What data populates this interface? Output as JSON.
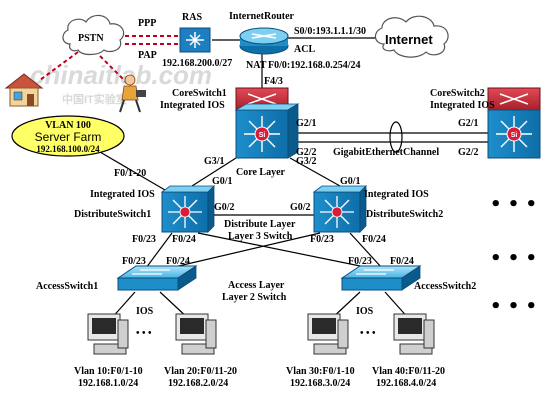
{
  "watermark": {
    "logo_text": "chinaitlab.com",
    "logo_subtext": "中国IT实验室"
  },
  "wan": {
    "pstn": "PSTN",
    "ppp": "PPP",
    "pap": "PAP",
    "ras": "RAS",
    "ras_subnet": "192.168.200.0/27",
    "router_name": "InternetRouter",
    "s0": "S0/0:193.1.1.1/30",
    "acl": "ACL",
    "nat": "NAT",
    "f00": "F0/0:192.168.0.254/24",
    "internet": "Internet",
    "f43": "F4/3"
  },
  "core": {
    "cs1_name": "CoreSwitch1",
    "cs1_os": "Integrated IOS",
    "cs2_name": "CoreSwitch2",
    "cs2_os": "Integrated IOS",
    "g21_left": "G2/1",
    "g22_left": "G2/2",
    "g21_right": "G2/1",
    "g22_right": "G2/2",
    "etherchannel": "GigabitEthernetChannel",
    "g31": "G3/1",
    "g32": "G3/2",
    "core_layer": "Core Layer",
    "switch_badge": "Si"
  },
  "server_farm": {
    "vlan": "VLAN 100",
    "name": "Server Farm",
    "subnet": "192.168.100.0/24",
    "ports": "F0/1-20"
  },
  "distribution": {
    "ds1_os": "Integrated IOS",
    "ds1_name": "DistributeSwitch1",
    "ds2_os": "Integrated IOS",
    "ds2_name": "DistributeSwitch2",
    "g01_left": "G0/1",
    "g01_right": "G0/1",
    "g02_left": "G0/2",
    "g02_right": "G0/2",
    "layer_name": "Distribute Layer",
    "layer_type": "Layer 3 Switch",
    "ds1_f023": "F0/23",
    "ds1_f024": "F0/24",
    "ds2_f023": "F0/23",
    "ds2_f024": "F0/24"
  },
  "access": {
    "as1_name": "AccessSwitch1",
    "as2_name": "AccessSwitch2",
    "as1_f023": "F0/23",
    "as1_f024": "F0/24",
    "as2_f023": "F0/23",
    "as2_f024": "F0/24",
    "layer_name": "Access Layer",
    "layer_type": "Layer 2 Switch",
    "ios_left": "IOS",
    "ios_right": "IOS",
    "ellipsis": "• • •"
  },
  "hosts": [
    {
      "vlan": "Vlan 10:F0/1-10",
      "subnet": "192.168.1.0/24"
    },
    {
      "vlan": "Vlan 20:F0/11-20",
      "subnet": "192.168.2.0/24"
    },
    {
      "vlan": "Vlan 30:F0/1-10",
      "subnet": "192.168.3.0/24"
    },
    {
      "vlan": "Vlan 40:F0/11-20",
      "subnet": "192.168.4.0/24"
    }
  ],
  "right_dots": "• • •",
  "colors": {
    "switch_blue": "#1e8ec9",
    "switch_light": "#7fd0f0",
    "router_red": "#c8323c",
    "dashed_red": "#c0001a",
    "server_farm_fill": "#ffff66",
    "badge_red": "#d81d3a"
  }
}
